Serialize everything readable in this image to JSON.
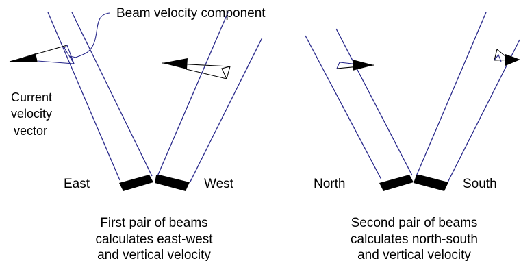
{
  "labels": {
    "beam_velocity_component": "Beam velocity component",
    "current_velocity_vector": [
      "Current",
      "velocity",
      "vector"
    ],
    "east": "East",
    "west": "West",
    "north": "North",
    "south": "South"
  },
  "captions": {
    "first_pair": [
      "First pair of beams",
      "calculates east-west",
      "and vertical velocity"
    ],
    "second_pair": [
      "Second pair of beams",
      "calculates north-south",
      "and vertical velocity"
    ]
  }
}
